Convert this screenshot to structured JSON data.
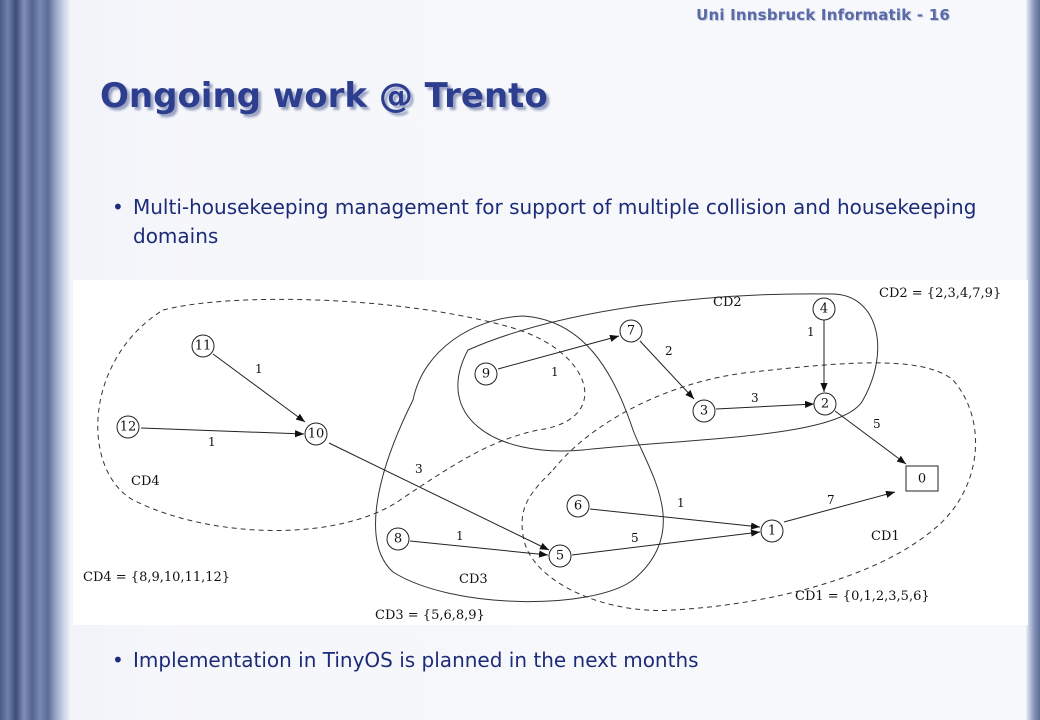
{
  "slide": {
    "header": "Uni Innsbruck Informatik - 16",
    "title": "Ongoing work @ Trento",
    "bullets": [
      {
        "dot": "•",
        "text": "Multi-housekeeping management for support of multiple collision and housekeeping domains"
      },
      {
        "dot": "•",
        "text": "Implementation in TinyOS is planned in the next months"
      }
    ]
  },
  "diagram": {
    "nodes": [
      "11",
      "12",
      "10",
      "9",
      "7",
      "4",
      "3",
      "2",
      "0",
      "6",
      "8",
      "5",
      "1"
    ],
    "edge_weights": {
      "e11_10": "1",
      "e12_10": "1",
      "e10_5": "3",
      "e9_7": "1",
      "e7_3": "2",
      "e3_2": "3",
      "e4_2": "1",
      "e2_0": "5",
      "e6_1": "1",
      "e8_5": "1",
      "e5_1": "5",
      "e1_0": "7"
    },
    "region_labels": {
      "cd2": "CD2",
      "cd4": "CD4",
      "cd3": "CD3",
      "cd1": "CD1"
    },
    "sets": {
      "cd2": "CD2 = {2,3,4,7,9}",
      "cd4": "CD4 = {8,9,10,11,12}",
      "cd3": "CD3 = {5,6,8,9}",
      "cd1": "CD1 = {0,1,2,3,5,6}"
    }
  }
}
